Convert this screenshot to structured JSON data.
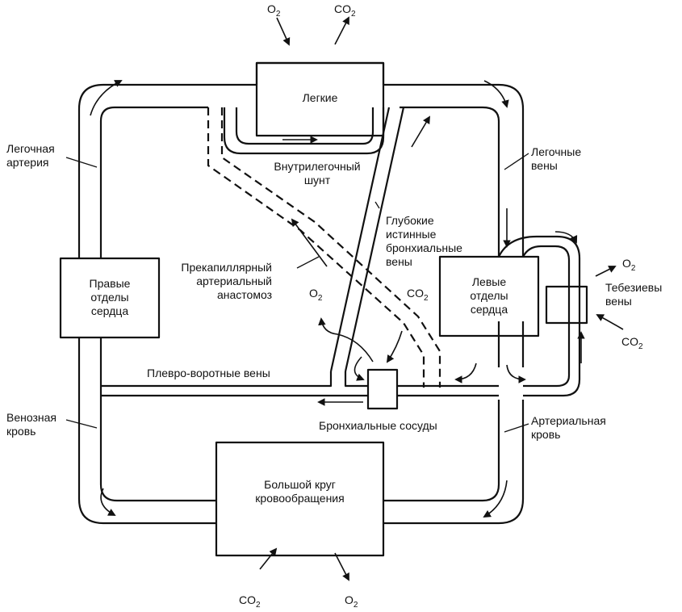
{
  "labels": {
    "lungs": "Легкие",
    "intrapulmonary_shunt": "Внутрилегочный\nшунт",
    "deep_bronchial_veins": "Глубокие\nистинные\nбронхиальные\nвены",
    "pulmonary_artery": "Легочная\nартерия",
    "pulmonary_veins": "Легочные\nвены",
    "right_heart": "Правые\nотделы\nсердца",
    "left_heart": "Левые\nотделы\nсердца",
    "precapillary_anastomosis": "Прекапиллярный\nартериальный\nанастомоз",
    "thebesian_veins": "Тебезиевы\nвены",
    "pleurohilar_veins": "Плевро-воротные вены",
    "bronchial_vessels": "Бронхиальные сосуды",
    "venous_blood": "Венозная\nкровь",
    "arterial_blood": "Артериальная\nкровь",
    "systemic_circulation": "Большой круг\nкровообращения"
  },
  "gases": {
    "top_o2": [
      "O",
      "2"
    ],
    "top_co2": [
      "CO",
      "2"
    ],
    "mid_o2": [
      "O",
      "2"
    ],
    "mid_co2": [
      "CO",
      "2"
    ],
    "theb_o2": [
      "O",
      "2"
    ],
    "theb_co2": [
      "CO",
      "2"
    ],
    "bottom_co2": [
      "CO",
      "2"
    ],
    "bottom_o2": [
      "O",
      "2"
    ]
  },
  "colors": {
    "ink": "#111111",
    "background": "#ffffff"
  }
}
